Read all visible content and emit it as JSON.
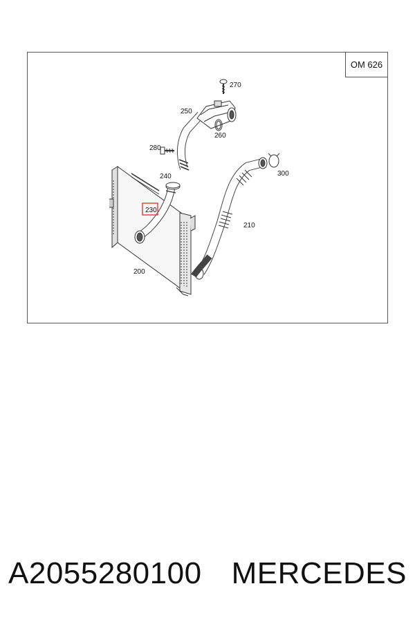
{
  "diagram": {
    "engine_code": "OM 626",
    "callouts": {
      "c200": "200",
      "c210": "210",
      "c230": "230",
      "c240": "240",
      "c250": "250",
      "c260": "260",
      "c270": "270",
      "c280": "280",
      "c300": "300"
    },
    "highlighted_part": "230",
    "highlight_color": "#e53935"
  },
  "caption": {
    "part_number": "A2055280100",
    "brand": "MERCEDES"
  }
}
